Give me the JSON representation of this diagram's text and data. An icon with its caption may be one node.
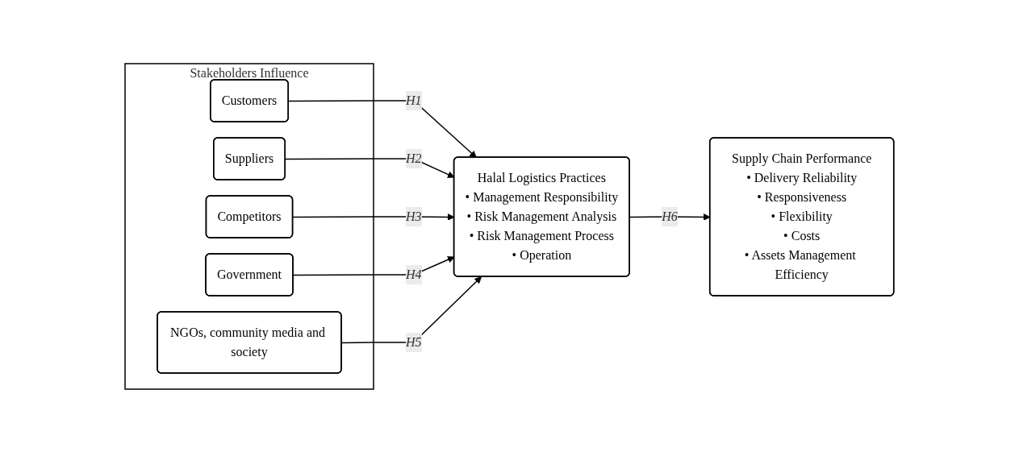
{
  "diagram": {
    "nodes": [
      {
        "text": [
          "Stakeholders Influence"
        ]
      },
      {
        "text": [
          "Customers"
        ],
        "in": 0
      },
      {
        "text": [
          "Suppliers"
        ],
        "in": 0
      },
      {
        "text": [
          "Competitors"
        ],
        "in": 0
      },
      {
        "text": [
          "Government"
        ],
        "in": 0
      },
      {
        "text": [
          "NGOs, community media and society"
        ],
        "in": 0
      },
      {
        "text": [
          "Halal Logistics Practices",
          "• Management Responsibility",
          "• Risk Management Analysis",
          "• Risk Management Process",
          "• Operation"
        ]
      },
      {
        "text": [
          "Supply Chain Performance",
          "• Delivery Reliability",
          "• Responsiveness",
          "• Flexibility",
          "• Costs",
          "• Assets Management Efficiency"
        ]
      }
    ],
    "edges": [
      {
        "from": 1,
        "to": 6,
        "arrow": "to",
        "label": "H1"
      },
      {
        "from": 2,
        "to": 6,
        "arrow": "to",
        "label": "H2"
      },
      {
        "from": 3,
        "to": 6,
        "arrow": "to",
        "label": "H3"
      },
      {
        "from": 4,
        "to": 6,
        "arrow": "to",
        "label": "H4"
      },
      {
        "from": 5,
        "to": 6,
        "arrow": "to",
        "label": "H5"
      },
      {
        "from": 6,
        "to": 7,
        "arrow": "to",
        "label": "H6"
      }
    ]
  }
}
